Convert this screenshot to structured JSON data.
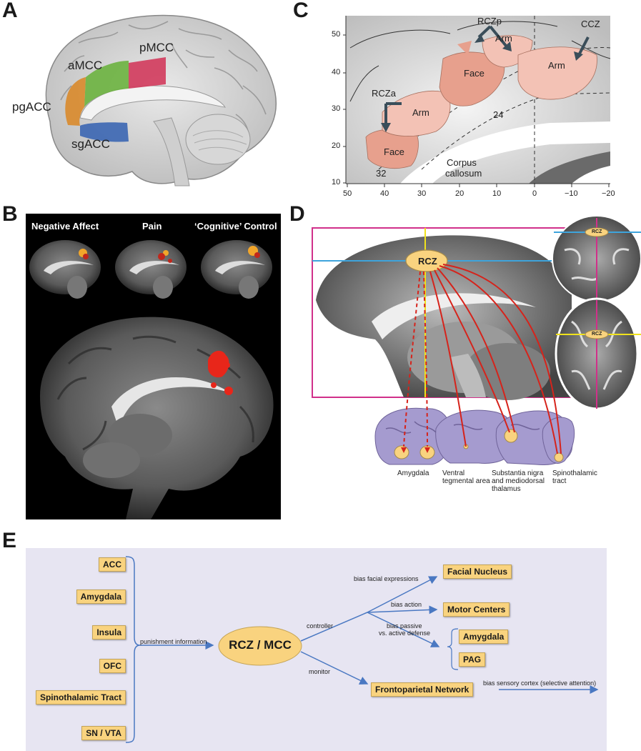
{
  "panel_letters": {
    "a": "A",
    "b": "B",
    "c": "C",
    "d": "D",
    "e": "E"
  },
  "panelA": {
    "regions": {
      "pmcc": "pMCC",
      "amcc": "aMCC",
      "pgacc": "pgACC",
      "sgacc": "sgACC"
    },
    "colors": {
      "pmcc": "#d23a5c",
      "amcc": "#6cb33f",
      "pgacc": "#d98a2b",
      "sgacc": "#3b66b3"
    }
  },
  "panelC": {
    "labels": {
      "rczp": "RCZp",
      "ccz": "CCZ",
      "rcza": "RCZa",
      "arm1": "Arm",
      "arm2": "Arm",
      "arm3": "Arm",
      "face1": "Face",
      "face2": "Face",
      "area24": "24",
      "area32": "32",
      "corpus": "Corpus",
      "callosum": "callosum"
    },
    "y_ticks": [
      "50",
      "40",
      "30",
      "20",
      "10"
    ],
    "x_ticks": [
      "50",
      "40",
      "30",
      "20",
      "10",
      "0",
      "−10",
      "−20"
    ]
  },
  "panelB": {
    "headers": {
      "neg": "Negative Affect",
      "pain": "Pain",
      "cog": "‘Cognitive’ Control"
    }
  },
  "panelD": {
    "rcz": "RCZ",
    "rcz_small1": "RCZ",
    "rcz_small2": "RCZ",
    "targets": {
      "amygdala": "Amygdala",
      "vta_l1": "Ventral",
      "vta_l2": "tegmental area",
      "sn_l1": "Substantia nigra",
      "sn_l2": "and mediodorsal",
      "sn_l3": "thalamus",
      "st_l1": "Spinothalamic",
      "st_l2": "tract"
    }
  },
  "panelE": {
    "inputs": [
      "ACC",
      "Amygdala",
      "Insula",
      "OFC",
      "Spinothalamic Tract",
      "SN / VTA"
    ],
    "punishment": "punishment information",
    "center": "RCZ / MCC",
    "controller": "controller",
    "monitor": "monitor",
    "bias_facial": "bias facial expressions",
    "bias_action": "bias action",
    "bias_passive_l1": "bias passive",
    "bias_passive_l2": "vs. active defense",
    "bias_sensory": "bias sensory cortex (selective attention)",
    "outputs": {
      "facial": "Facial Nucleus",
      "motor": "Motor Centers",
      "amygdala": "Amygdala",
      "pag": "PAG",
      "fpn": "Frontoparietal Network"
    },
    "colors": {
      "bg": "#e7e5f2",
      "box": "#f9d37f",
      "arrow": "#4a78c2"
    }
  }
}
